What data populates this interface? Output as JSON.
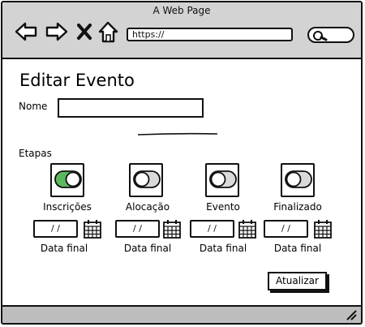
{
  "window": {
    "title": "A Web Page"
  },
  "browser": {
    "url": "https://",
    "icons": [
      "back-arrow-icon",
      "forward-arrow-icon",
      "close-x-icon",
      "home-icon",
      "search-icon"
    ]
  },
  "form": {
    "title": "Editar Evento",
    "name_label": "Nome",
    "name_value": "",
    "stages_label": "Etapas",
    "stages": [
      {
        "label": "Inscrições",
        "enabled": true,
        "date_value": "/ /",
        "date_label": "Data final"
      },
      {
        "label": "Alocação",
        "enabled": false,
        "date_value": "/ /",
        "date_label": "Data final"
      },
      {
        "label": "Evento",
        "enabled": false,
        "date_value": "/ /",
        "date_label": "Data final"
      },
      {
        "label": "Finalizado",
        "enabled": false,
        "date_value": "/ /",
        "date_label": "Data final"
      }
    ],
    "submit_label": "Atualizar"
  },
  "colors": {
    "toggle_on": "#5cb85c",
    "toggle_off": "#d9d9d9",
    "chrome": "#d3d3d3",
    "status_bar": "#bdbdbd"
  }
}
